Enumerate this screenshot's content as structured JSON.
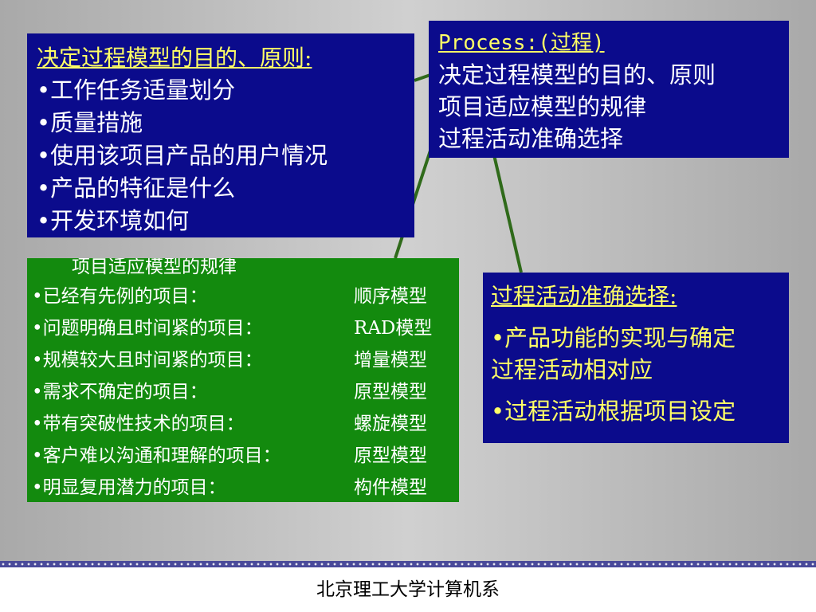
{
  "left_box": {
    "title": "决定过程模型的目的、原则:",
    "items": [
      "•工作任务适量划分",
      "•质量措施",
      "•使用该项目产品的用户情况",
      "•产品的特征是什么",
      "•开发环境如何"
    ]
  },
  "process_box": {
    "title": "Process:(过程)",
    "lines": [
      "决定过程模型的目的、原则",
      "项目适应模型的规律",
      "过程活动准确选择"
    ]
  },
  "green_box": {
    "title": "项目适应模型的规律",
    "rows": [
      {
        "project": "•已经有先例的项目：",
        "model": "顺序模型"
      },
      {
        "project": "•问题明确且时间紧的项目：",
        "model": "RAD模型"
      },
      {
        "project": "•规模较大且时间紧的项目：",
        "model": "增量模型"
      },
      {
        "project": "•需求不确定的项目：",
        "model": "原型模型"
      },
      {
        "project": "•带有突破性技术的项目：",
        "model": "螺旋模型"
      },
      {
        "project": "•客户难以沟通和理解的项目：",
        "model": "原型模型"
      },
      {
        "project": "•明显复用潜力的项目：",
        "model": "构件模型"
      }
    ]
  },
  "activity_box": {
    "title": "过程活动准确选择:",
    "items": [
      "•产品功能的实现与确定",
      "过程活动相对应",
      "•过程活动根据项目设定"
    ]
  },
  "footer": {
    "text": "北京理工大学计算机系"
  },
  "colors": {
    "box_blue": "#0b0b8c",
    "box_green": "#138a0e",
    "title_yellow": "#ffff66",
    "connector": "#2f6a1a"
  }
}
